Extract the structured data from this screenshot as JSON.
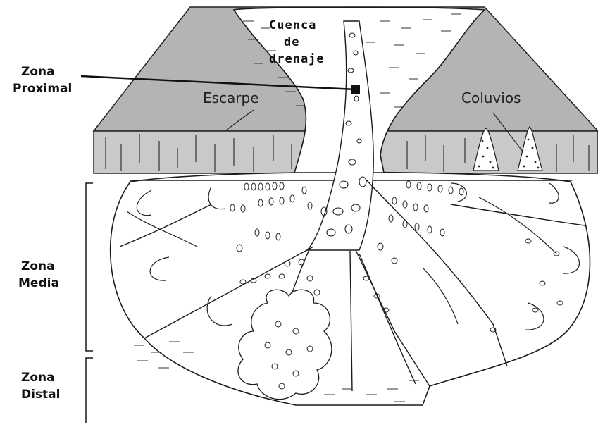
{
  "diagram": {
    "labels": {
      "cuenca_line1": "Cuenca",
      "cuenca_line2": "de",
      "cuenca_line3": "drenaje",
      "zona_proximal_line1": "Zona",
      "zona_proximal_line2": "Proximal",
      "escarpe": "Escarpe",
      "coluvios": "Coluvios",
      "zona_media_line1": "Zona",
      "zona_media_line2": "Media",
      "zona_distal_line1": "Zona",
      "zona_distal_line2": "Distal"
    },
    "colors": {
      "mountain_fill": "#b4b4b4",
      "escarpment_fill": "#c9c9c9",
      "fan_fill": "#ffffff",
      "line": "#1a1a1a"
    }
  }
}
